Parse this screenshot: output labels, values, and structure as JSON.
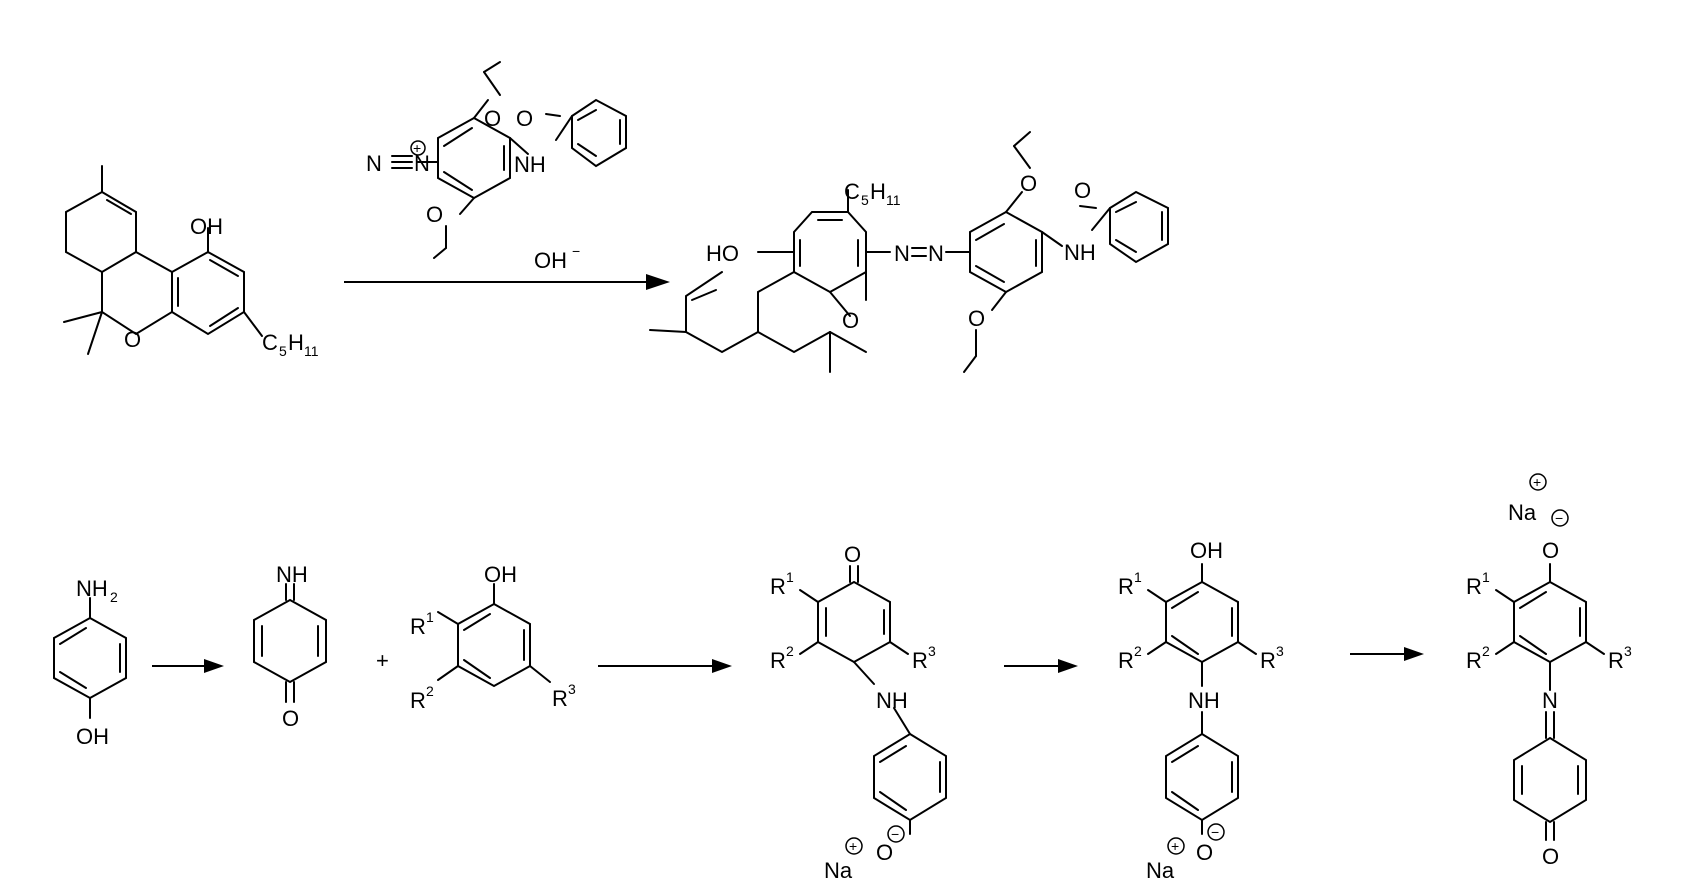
{
  "scheme1": {
    "reactant": {
      "oh": "OH",
      "c5h11_c": "C",
      "c5h11_5": "5",
      "c5h11_h": "H",
      "c5h11_11": "11",
      "o": "O"
    },
    "reagent": {
      "n1": "N",
      "n2": "N",
      "plus": "+",
      "o1": "O",
      "o2": "O",
      "nh": "NH",
      "o3": "O",
      "oh_minus": "OH",
      "minus": "−"
    },
    "product": {
      "ho": "HO",
      "c5h11_c": "C",
      "c5h11_5": "5",
      "c5h11_h": "H",
      "c5h11_11": "11",
      "n1": "N",
      "n2": "N",
      "o_ring": "O",
      "o1": "O",
      "o2": "O",
      "nh": "NH",
      "o3": "O"
    }
  },
  "scheme2": {
    "s1": {
      "nh2_nh": "NH",
      "nh2_2": "2",
      "oh": "OH"
    },
    "s2": {
      "nh": "NH",
      "o": "O"
    },
    "plus": "+",
    "s3": {
      "oh": "OH",
      "r": "R",
      "r1": "1",
      "r2": "2",
      "r3": "3"
    },
    "s4": {
      "o": "O",
      "r": "R",
      "r1": "1",
      "r2": "2",
      "r3": "3",
      "nh": "NH",
      "o_minus": "O",
      "na": "Na",
      "plus": "+",
      "minus": "−"
    },
    "s5": {
      "oh": "OH",
      "r": "R",
      "r1": "1",
      "r2": "2",
      "r3": "3",
      "nh": "NH",
      "o_minus": "O",
      "na": "Na",
      "plus": "+",
      "minus": "−"
    },
    "s6": {
      "na": "Na",
      "plus": "+",
      "minus": "−",
      "o_minus": "O",
      "r": "R",
      "r1": "1",
      "r2": "2",
      "r3": "3",
      "n": "N",
      "o": "O"
    }
  }
}
